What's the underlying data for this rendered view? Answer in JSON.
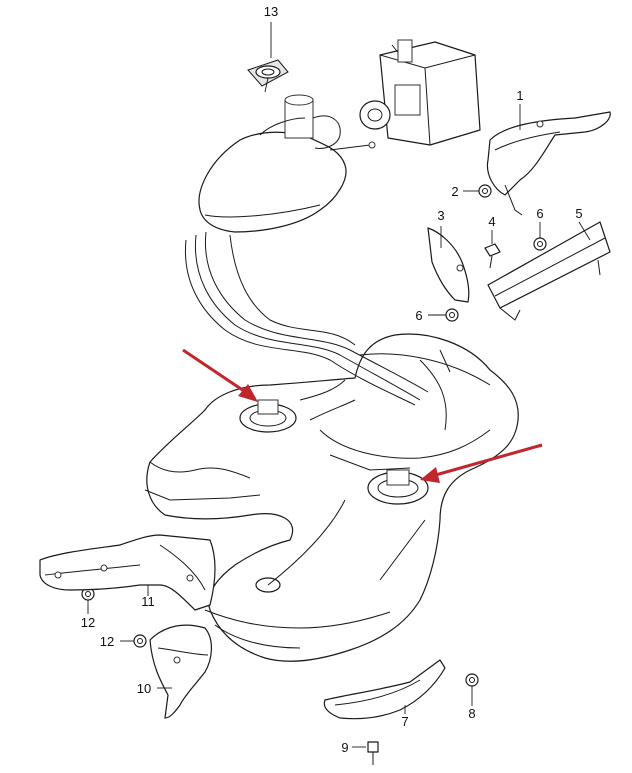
{
  "callouts": {
    "c1": "1",
    "c2": "2",
    "c3": "3",
    "c4": "4",
    "c5": "5",
    "c6a": "6",
    "c6b": "6",
    "c7": "7",
    "c8": "8",
    "c9": "9",
    "c10": "10",
    "c11": "11",
    "c12a": "12",
    "c12b": "12",
    "c13": "13"
  },
  "colors": {
    "background": "#ffffff",
    "line_art": "#1a1a1a",
    "pointer_arrows": "#c0262b"
  },
  "icons": {
    "pointer_arrow": "red-arrow-icon"
  }
}
